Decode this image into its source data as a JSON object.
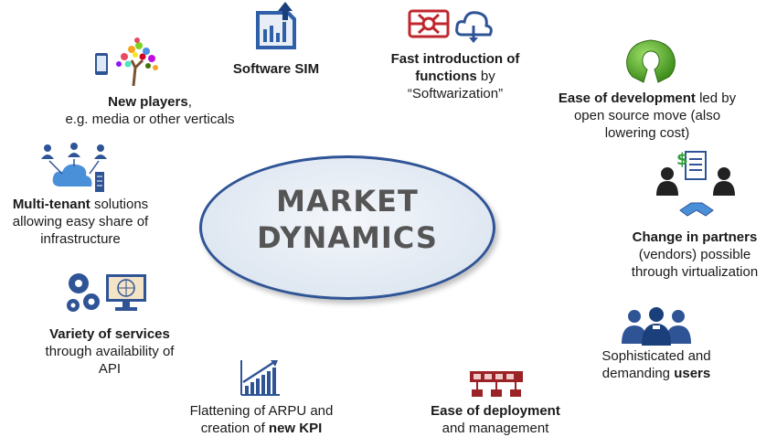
{
  "center": {
    "line1": "MARKET",
    "line2": "DYNAMICS"
  },
  "items": {
    "software_sim": {
      "bold": "Software SIM",
      "icon": "sim-chart-icon"
    },
    "fast_intro": {
      "bold1": "Fast introduction of",
      "bold2": "functions",
      "rest2": " by",
      "line3": "“Softwarization”",
      "icon": "network-cloud-icon"
    },
    "ease_dev": {
      "bold": "Ease of development",
      "rest1": " led by",
      "line2": "open source move (also",
      "line3": "lowering cost)",
      "icon": "open-source-icon"
    },
    "new_players": {
      "bold": "New players",
      "rest1": ",",
      "line2": "e.g. media or other verticals",
      "icon": "tree-tablet-icon"
    },
    "multi_tenant": {
      "bold": "Multi-tenant",
      "rest1": " solutions",
      "line2": "allowing easy share of",
      "line3": "infrastructure",
      "icon": "users-cloud-icon"
    },
    "change_partners": {
      "bold": "Change in partners",
      "line2": "(vendors) possible",
      "line3": "through virtualization",
      "icon": "handshake-icon"
    },
    "variety_services": {
      "bold": "Variety of services",
      "line2": "through availability of",
      "line3": "API",
      "icon": "gears-monitor-icon"
    },
    "sophisticated_users": {
      "line1": "Sophisticated and",
      "line2a": "demanding ",
      "line2b": "users",
      "icon": "user-group-icon"
    },
    "flattening_arpu": {
      "line1": "Flattening of ARPU and",
      "line2a": "creation of ",
      "line2b": "new KPI",
      "icon": "bar-chart-icon"
    },
    "ease_deploy": {
      "bold": "Ease of deployment",
      "line2": "and management",
      "icon": "servers-icon"
    }
  }
}
